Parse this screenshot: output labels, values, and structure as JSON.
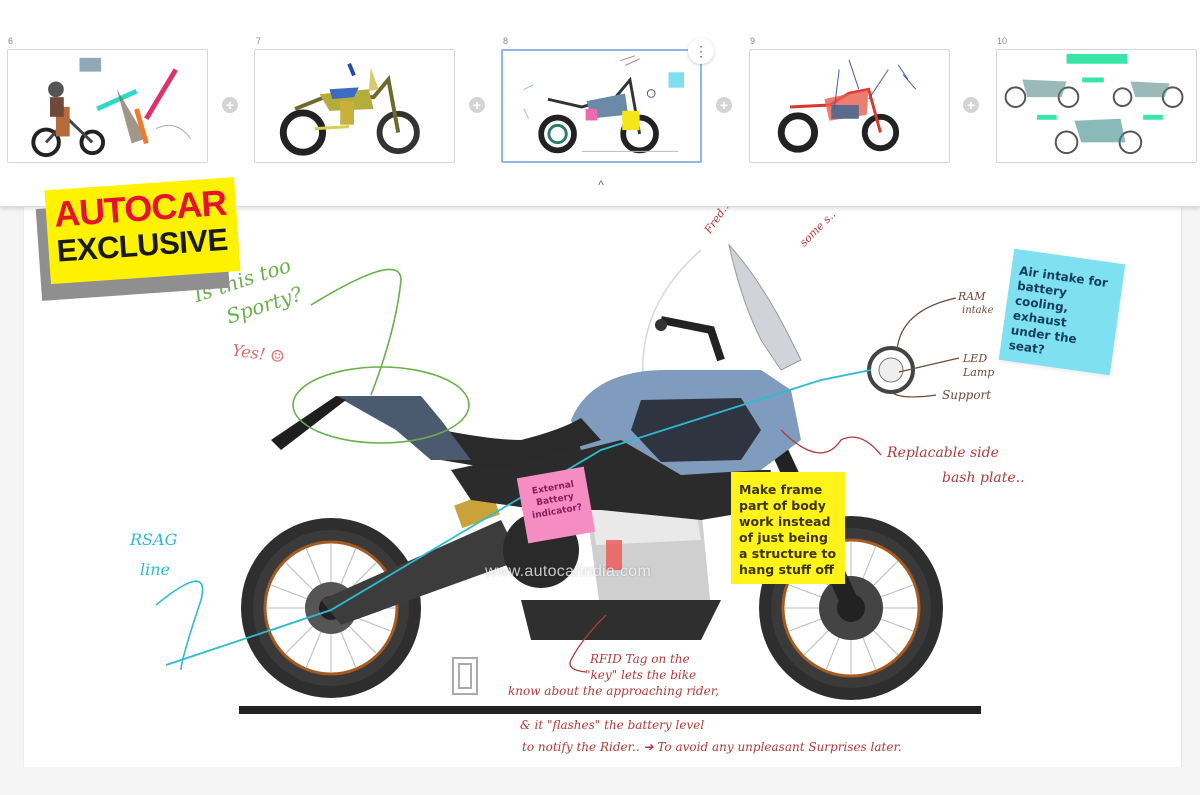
{
  "slide_strip": {
    "slides": [
      {
        "number": "6",
        "selected": false
      },
      {
        "number": "7",
        "selected": false
      },
      {
        "number": "8",
        "selected": true
      },
      {
        "number": "9",
        "selected": false
      },
      {
        "number": "10",
        "selected": false
      }
    ],
    "add_icon": "+",
    "more_icon": "⋮",
    "collapse_icon": "^"
  },
  "badge": {
    "line1": "AUTOCAR",
    "line2": "EXCLUSIVE"
  },
  "stickies": {
    "blue": "Air intake for battery cooling, exhaust under the seat?",
    "pink": "External Battery indicator?",
    "yellow": "Make frame part of body work instead of just being a structure to hang stuff off"
  },
  "handwritten": {
    "sporty_q": "Is this too",
    "sporty_q2": "Sporty?",
    "yes": "Yes! ☺",
    "rsag_1": "RSAG",
    "rsag_2": "line",
    "ram_1": "RAM",
    "ram_2": "intake",
    "led_1": "LED",
    "led_2": "Lamp",
    "support": "Support",
    "bash_1": "Replacable   side",
    "bash_2": "bash plate..",
    "rfid_1": "RFID Tag on the",
    "rfid_2": "\"key\" lets the bike",
    "rfid_3": "know about the approaching rider,",
    "rfid_4": "& it \"flashes\" the battery level",
    "rfid_5": "to notify the Rider.. ➔ To avoid any unpleasant Surprises later.",
    "top_scribble_1": "some s..",
    "top_scribble_2": "Fred.."
  },
  "watermark": "www.autocarindia.com",
  "colors": {
    "selected_border": "#8fb7e3",
    "badge_yellow": "#fff200",
    "badge_red": "#e8112d",
    "sticky_blue": "#7ee0f0",
    "sticky_pink": "#f58dc2",
    "sticky_yellow": "#fff31a"
  }
}
